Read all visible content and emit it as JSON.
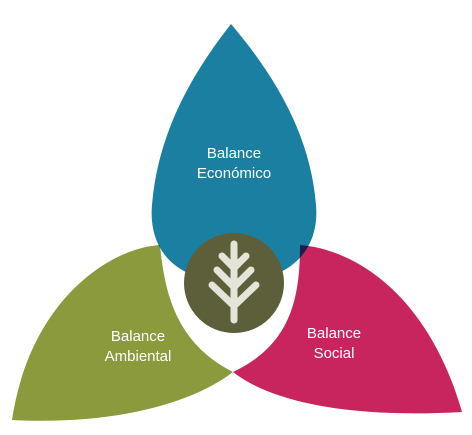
{
  "petals": {
    "economic": {
      "line1": "Balance",
      "line2": "Económico",
      "color": "#1a7fa0"
    },
    "environmental": {
      "line1": "Balance",
      "line2": "Ambiental",
      "color": "#8a9a3c"
    },
    "social": {
      "line1": "Balance",
      "line2": "Social",
      "color": "#c8255f"
    }
  },
  "overlaps": {
    "economic_environmental": "#1f5a36",
    "economic_social": "#1c1b4a",
    "environmental_social": "#6e1a22"
  },
  "center": {
    "icon": "leaf-icon",
    "color": "#5c5f3a",
    "icon_color": "#e4e4d8"
  }
}
